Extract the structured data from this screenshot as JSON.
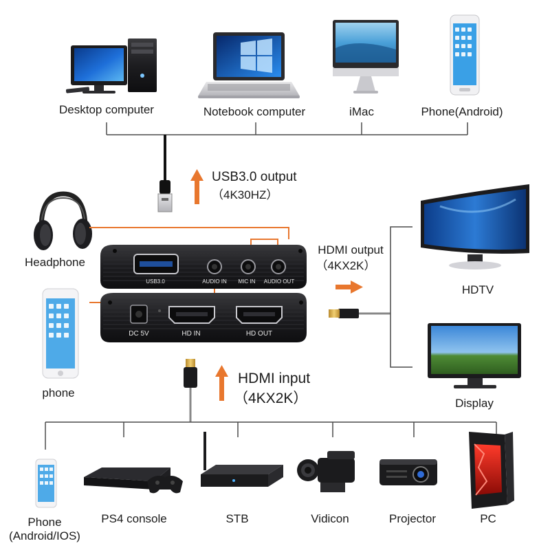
{
  "top_devices": [
    {
      "id": "desktop",
      "label": "Desktop computer"
    },
    {
      "id": "notebook",
      "label": "Notebook computer"
    },
    {
      "id": "imac",
      "label": "iMac"
    },
    {
      "id": "android",
      "label": "Phone(Android)"
    }
  ],
  "usb_output": {
    "title": "USB3.0 output",
    "spec": "（4K30HZ）"
  },
  "hdmi_output": {
    "title": "HDMI output",
    "spec": "（4KX2K）"
  },
  "hdmi_input": {
    "title": "HDMI input",
    "spec": "（4KX2K）"
  },
  "left_devices": {
    "headphone": "Headphone",
    "phone": "phone"
  },
  "right_devices": {
    "hdtv": "HDTV",
    "display": "Display"
  },
  "ports": {
    "usb": "USB3.0",
    "audio_in": "AUDIO IN",
    "mic_in": "MIC IN",
    "audio_out": "AUDIO OUT",
    "dc": "DC 5V",
    "hd_in": "HD IN",
    "hd_out": "HD OUT"
  },
  "bottom_devices": [
    {
      "id": "phone_ios",
      "label": "Phone (Android/IOS)"
    },
    {
      "id": "ps4",
      "label": "PS4 console"
    },
    {
      "id": "stb",
      "label": "STB"
    },
    {
      "id": "vidicon",
      "label": "Vidicon"
    },
    {
      "id": "projector",
      "label": "Projector"
    },
    {
      "id": "pc",
      "label": "PC"
    }
  ],
  "colors": {
    "arrow": "#e8772e",
    "wire": "#4a4a4a",
    "device_body": "#1c1c1e"
  }
}
